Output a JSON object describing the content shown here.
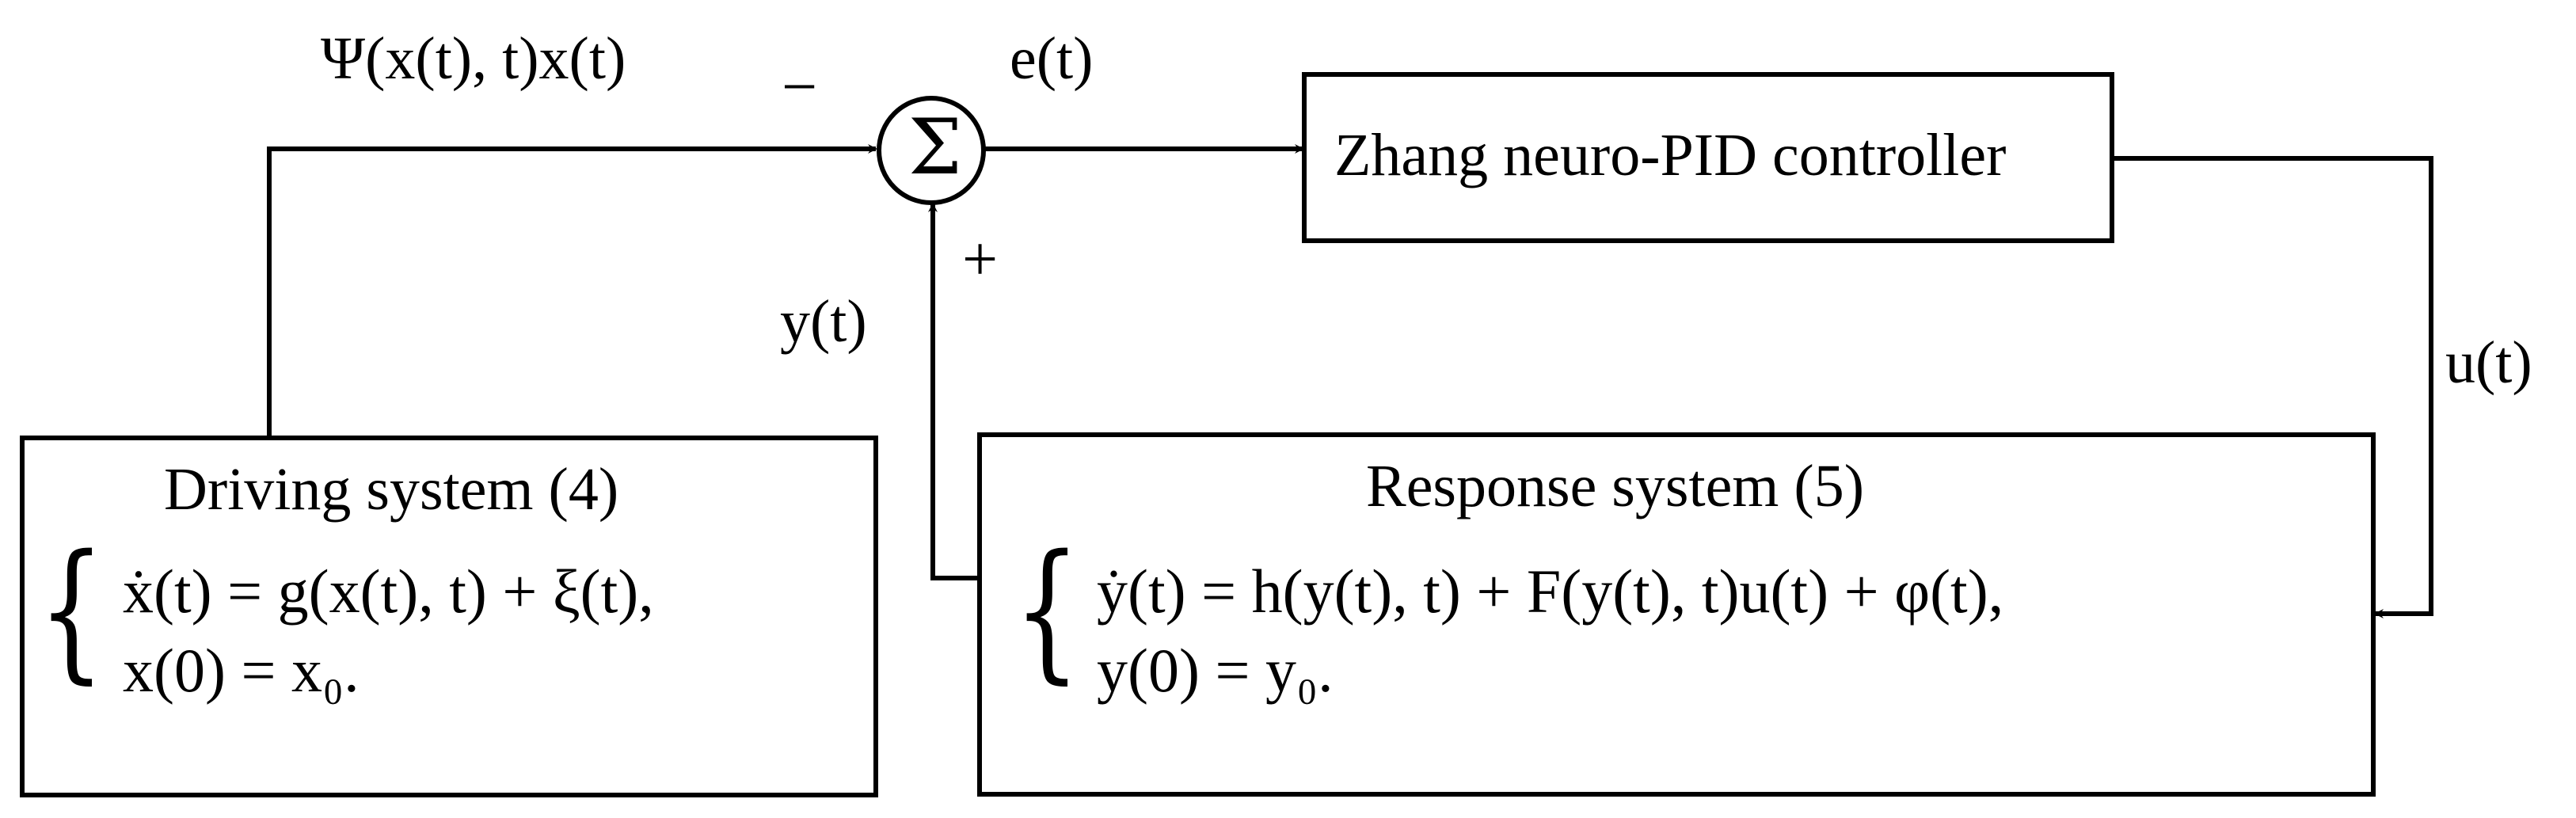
{
  "blocks": {
    "controller": {
      "label": "Zhang neuro-PID controller"
    },
    "driving": {
      "title": "Driving system (4)",
      "brace": "{",
      "eq1": "ẋ(t) = g(x(t), t) + ξ(t),",
      "eq2": "x(0) = x₀."
    },
    "response": {
      "title": "Response system (5)",
      "brace": "{",
      "eq1": "ẏ(t) = h(y(t), t) + F(y(t), t)u(t) + φ(t),",
      "eq2": "y(0) = y₀."
    }
  },
  "summing_junction": {
    "symbol": "Σ",
    "minus_sign": "−",
    "plus_sign": "+"
  },
  "signals": {
    "driving_output": "Ψ(x(t), t)x(t)",
    "error": "e(t)",
    "control": "u(t)",
    "response_output": "y(t)"
  }
}
